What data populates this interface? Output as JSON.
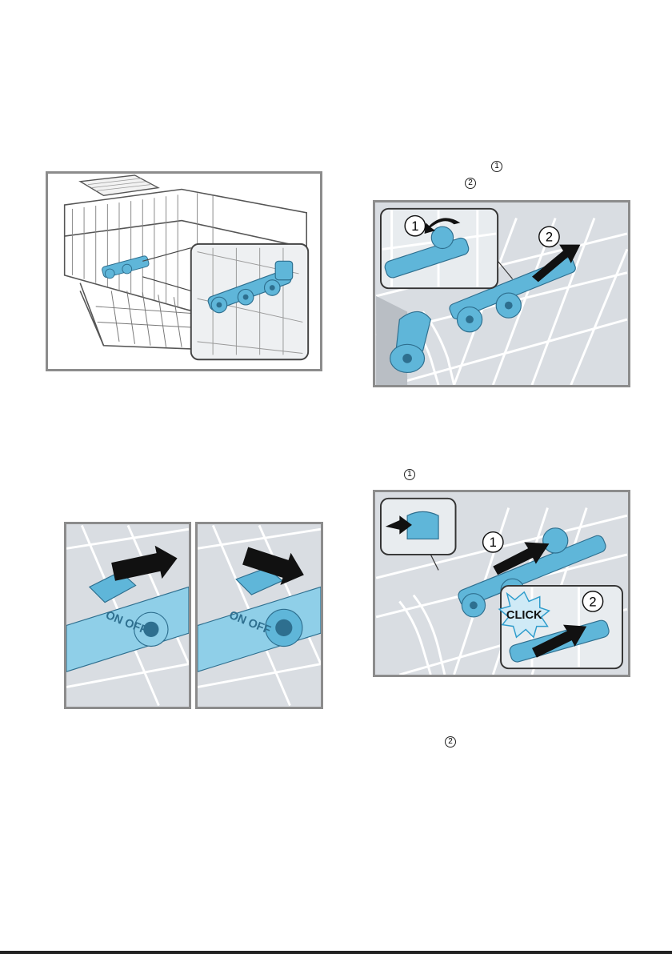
{
  "markers": {
    "top_one": "1",
    "top_two": "2",
    "middle_one": "1",
    "bottom_two": "2"
  },
  "fig_basket": {
    "inset_label": ""
  },
  "fig_remove": {
    "step1": "1",
    "step2": "2"
  },
  "fig_switch": {
    "lever_text": "ON OFF"
  },
  "fig_insert": {
    "step1": "1",
    "step2": "2",
    "click_text": "CLICK"
  },
  "colors": {
    "accent_blue": "#5fb6d9",
    "dark_blue": "#2e6f8f",
    "frame_grey": "#8c8c8c",
    "panel_grey": "#d9dde2"
  }
}
